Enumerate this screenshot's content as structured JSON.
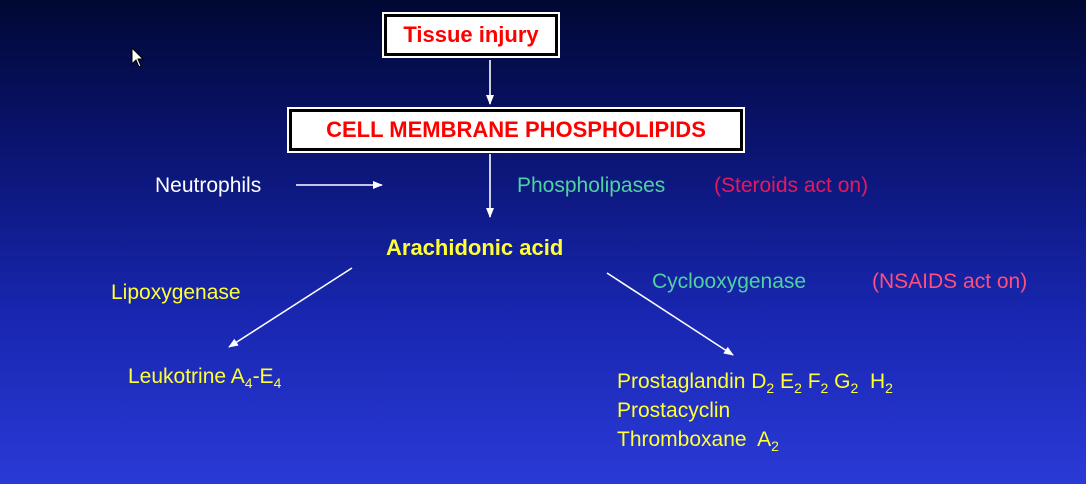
{
  "colors": {
    "box_text": "#ff0000",
    "enzyme": "#4fd1a0",
    "steroid_note": "#e8185a",
    "nsaid_note": "#ff4f7a",
    "product": "#ffff33",
    "arrow": "#ffffff"
  },
  "nodes": {
    "tissue_injury": "Tissue injury",
    "cell_membrane": "CELL MEMBRANE PHOSPHOLIPIDS",
    "neutrophils": "Neutrophils",
    "phospholipases": "Phospholipases",
    "steroids_note": "(Steroids act on)",
    "arachidonic_acid": "Arachidonic acid",
    "lipoxygenase": "Lipoxygenase",
    "cyclooxygenase": "Cyclooxygenase",
    "nsaids_note": "(NSAIDS act on)"
  },
  "leukotriene": {
    "prefix": "Leukotrine A",
    "sub1": "4",
    "mid": "-E",
    "sub2": "4"
  },
  "prostaglandin": {
    "prefix": "Prostaglandin D",
    "s1": "2",
    "t2": " E",
    "s2": "2",
    "t3": " F",
    "s3": "2",
    "t4": " G",
    "s4": "2",
    "t5": "  H",
    "s5": "2"
  },
  "prostacyclin": "Prostacyclin",
  "thromboxane": {
    "prefix": "Thromboxane  A",
    "sub": "2"
  },
  "icons": {
    "cursor": "mouse-pointer-icon"
  }
}
